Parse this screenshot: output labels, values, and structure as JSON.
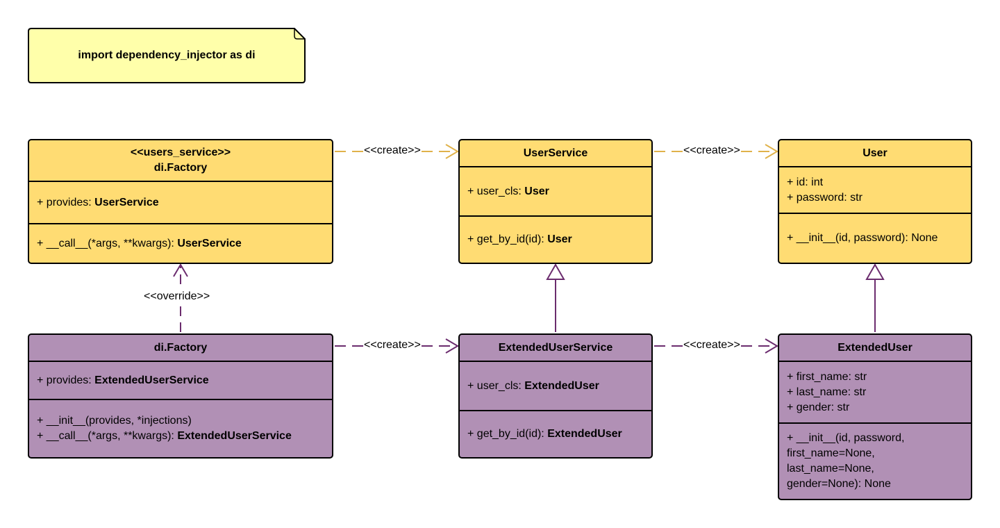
{
  "note": {
    "text": "import dependency_injector as di"
  },
  "colors": {
    "yellow_fill": "#ffdc73",
    "purple_fill": "#b190b5",
    "yellow_line": "#e0b24a",
    "purple_line": "#6b2c6e",
    "note_fill": "#ffffaa"
  },
  "classes": {
    "users_factory": {
      "stereotype": "<<users_service>>",
      "name": "di.Factory",
      "attr_prefix": "+ provides: ",
      "attr_type": "UserService",
      "method_prefix": "+ __call__(*args, **kwargs): ",
      "method_type": "UserService"
    },
    "user_service": {
      "name": "UserService",
      "attr_prefix": "+ user_cls: ",
      "attr_type": "User",
      "method_prefix": "+ get_by_id(id): ",
      "method_type": "User"
    },
    "user": {
      "name": "User",
      "attrs": [
        "+ id: int",
        "+ password: str"
      ],
      "methods": [
        "+ __init__(id, password): None"
      ]
    },
    "ext_factory": {
      "name": "di.Factory",
      "attr_prefix": "+ provides: ",
      "attr_type": "ExtendedUserService",
      "method1": "+ __init__(provides, *injections)",
      "method2_prefix": "+ __call__(*args, **kwargs): ",
      "method2_type": "ExtendedUserService"
    },
    "ext_user_service": {
      "name": "ExtendedUserService",
      "attr_prefix": "+ user_cls: ",
      "attr_type": "ExtendedUser",
      "method_prefix": "+ get_by_id(id): ",
      "method_type": "ExtendedUser"
    },
    "ext_user": {
      "name": "ExtendedUser",
      "attrs": [
        "+ first_name: str",
        "+ last_name: str",
        "+ gender: str"
      ],
      "methods": [
        "+ __init__(id, password,",
        "first_name=None,",
        "last_name=None,",
        "gender=None): None"
      ]
    }
  },
  "relations": {
    "create_label": "<<create>>",
    "override_label": "<<override>>"
  }
}
